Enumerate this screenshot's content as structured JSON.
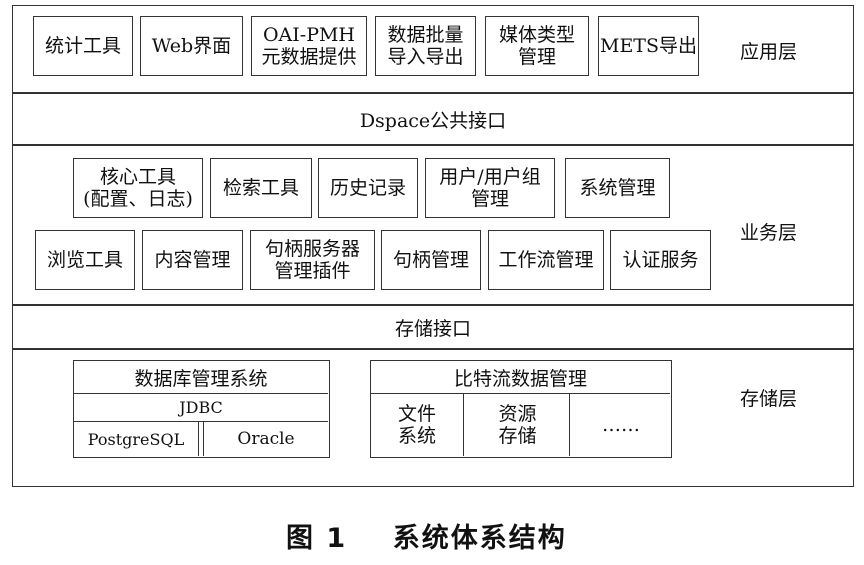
{
  "app_layer": {
    "modules": [
      "统计工具",
      "Web界面",
      "OAI-PMH\n元数据提供",
      "数据批量\n导入导出",
      "媒体类型\n管理",
      "METS导出"
    ],
    "label": "应用层"
  },
  "public_interface": "Dspace公共接口",
  "business_layer": {
    "row1": [
      "核心工具\n(配置、日志)",
      "检索工具",
      "历史记录",
      "用户/用户组\n管理",
      "系统管理"
    ],
    "row2": [
      "浏览工具",
      "内容管理",
      "句柄服务器\n管理插件",
      "句柄管理",
      "工作流管理",
      "认证服务"
    ],
    "label": "业务层"
  },
  "storage_interface": "存储接口",
  "storage_layer": {
    "dbms": {
      "title": "数据库管理系统",
      "jdbc": "JDBC",
      "postgres": "PostgreSQL",
      "oracle": "Oracle"
    },
    "bitstream": {
      "title": "比特流数据管理",
      "file_system": "文件\n系统",
      "resource_storage": "资源\n存储",
      "ellipsis": "……"
    },
    "label": "存储层"
  },
  "caption": "图 1    系统体系结构"
}
